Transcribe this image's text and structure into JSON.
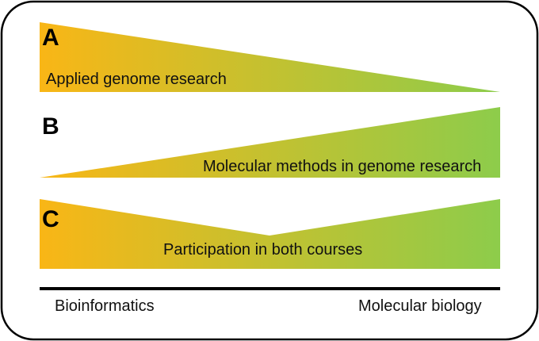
{
  "panels": [
    {
      "letter": "A",
      "label": "Applied genome research"
    },
    {
      "letter": "B",
      "label": "Molecular methods in genome research"
    },
    {
      "letter": "C",
      "label": "Participation in both courses"
    }
  ],
  "axis": {
    "left_label": "Bioinformatics",
    "right_label": "Molecular biology"
  },
  "colors": {
    "gradient_start": "#f9b616",
    "gradient_end": "#8dcc4b",
    "frame_stroke": "#000000"
  }
}
